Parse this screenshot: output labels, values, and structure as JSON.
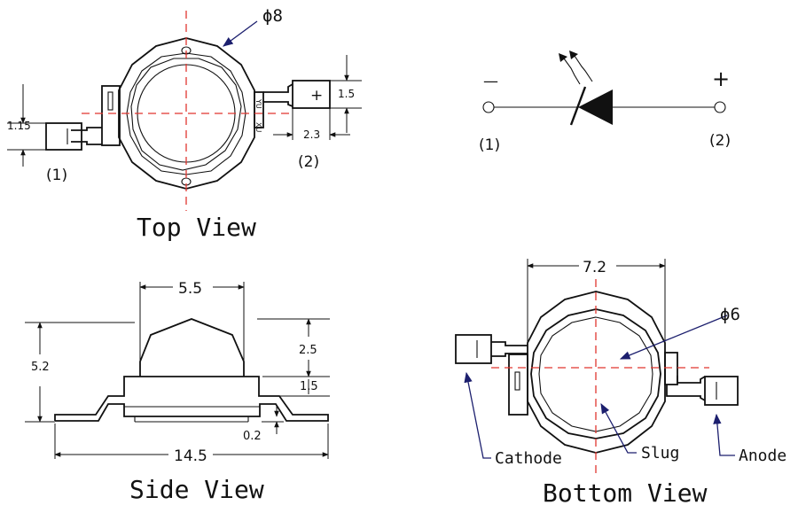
{
  "top_view": {
    "caption": "Top View",
    "diameter": "ϕ8",
    "dim_left_width": "1.15",
    "dim_right_width": "1.5",
    "dim_right_tab": "2.3",
    "pin_left": "(1)",
    "pin_right": "(2)",
    "plus_sign": "+",
    "marking_top": "YU",
    "marking_bottom": "XU"
  },
  "symbol": {
    "minus": "—",
    "plus": "+",
    "pin_left": "(1)",
    "pin_right": "(2)"
  },
  "side_view": {
    "caption": "Side View",
    "dim_lens": "5.5",
    "dim_total_height": "5.2",
    "dim_lens_height": "2.5",
    "dim_body_height": "1.5",
    "dim_offset": "0.2",
    "dim_length": "14.5"
  },
  "bottom_view": {
    "caption": "Bottom View",
    "dim_width": "7.2",
    "diameter": "ϕ6",
    "label_cathode": "Cathode",
    "label_slug": "Slug",
    "label_anode": "Anode"
  }
}
